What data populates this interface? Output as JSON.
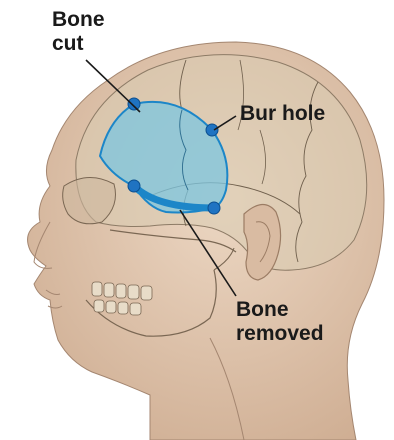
{
  "labels": {
    "bone_cut_line1": "Bone",
    "bone_cut_line2": "cut",
    "bur_hole": "Bur hole",
    "bone_removed_line1": "Bone",
    "bone_removed_line2": "removed"
  },
  "colors": {
    "skin": "#e2c8b1",
    "skin_shadow": "#c9a98f",
    "skull": "#d8ccb3",
    "bone_flap": "#7cc6e0",
    "bone_flap_edge": "#1c86c8",
    "bur_hole": "#1f73c2",
    "leader_line": "#1a1a1a"
  },
  "icons": {
    "bur_hole_marker": "circle-dot"
  }
}
